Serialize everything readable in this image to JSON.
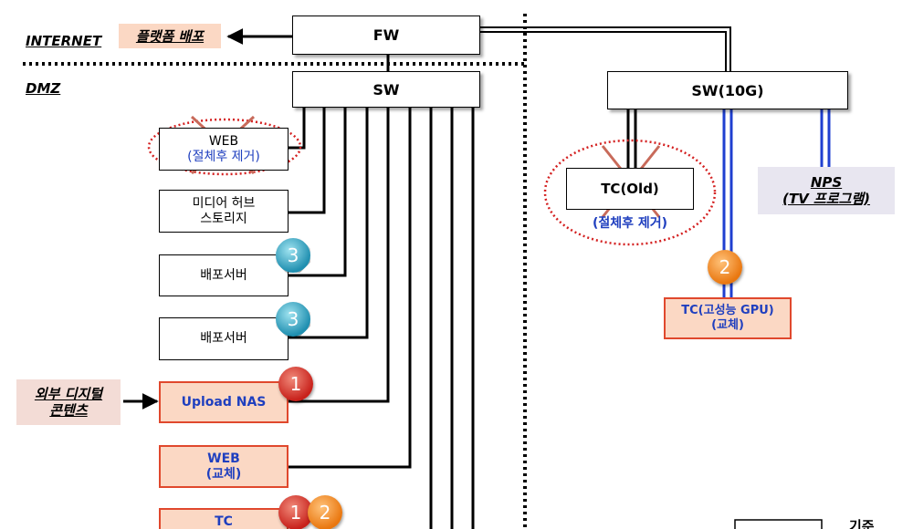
{
  "zones": {
    "internet": "INTERNET",
    "dmz": "DMZ"
  },
  "platform_deploy": "플랫폼 배포",
  "fw": "FW",
  "sw": "SW",
  "sw10g": "SW(10G)",
  "web_old": {
    "line1": "WEB",
    "line2": "(절체후 제거)"
  },
  "media_hub": {
    "line1": "미디어 허브",
    "line2": "스토리지"
  },
  "deploy_server_1": "배포서버",
  "deploy_server_2": "배포서버",
  "upload_nas": "Upload NAS",
  "web_new": {
    "line1": "WEB",
    "line2": "(교체)"
  },
  "tc_bottom": "TC",
  "external_content": {
    "line1": "외부 디지털",
    "line2": "콘텐츠"
  },
  "tc_old": {
    "label": "TC(Old)",
    "note": "(절체후 제거)"
  },
  "nps": {
    "line1": "NPS",
    "line2": "(TV 프로그램)"
  },
  "tc_gpu": {
    "line1": "TC(고성능 GPU)",
    "line2": "(교체)"
  },
  "badges": {
    "b1": "3",
    "b2": "3",
    "b3": "1",
    "b4": "1",
    "b5": "2",
    "b6": "2"
  },
  "legend_label": "기준",
  "colors": {
    "accent_red": "#e0482d",
    "fill_peach": "#fbd8c4",
    "link_blue": "#1f3fbf",
    "badge_red": "#c8211b",
    "badge_cyan": "#1f8fb0",
    "badge_orange": "#e9770f"
  }
}
